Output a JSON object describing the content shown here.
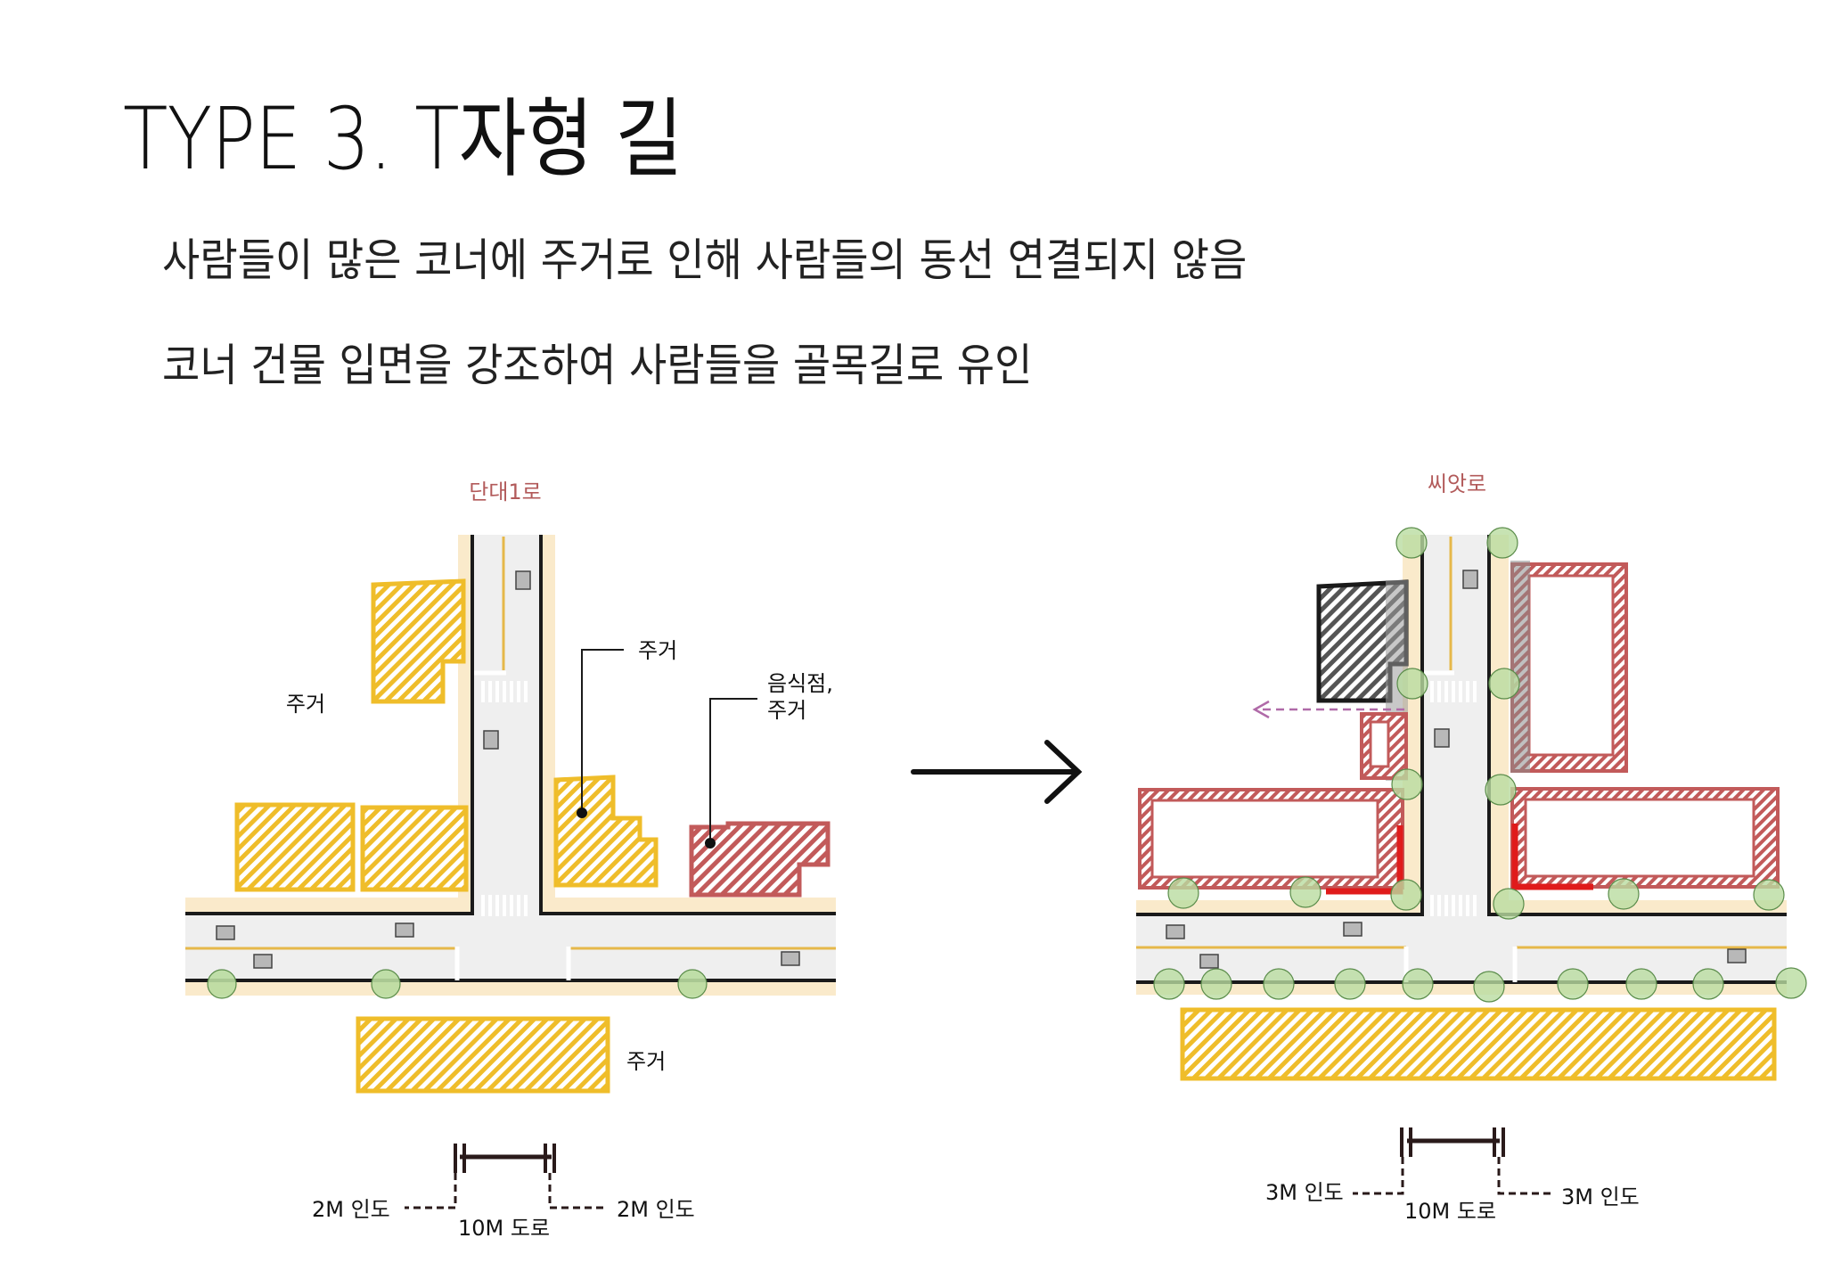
{
  "title": "TYPE 3. T자형 길",
  "lines": [
    "사람들이 많은 코너에 주거로 인해 사람들의 동선 연결되지 않음",
    "코너 건물 입면을 강조하여 사람들을 골목길로 유인"
  ],
  "left_plan": {
    "road_name": "단대1로",
    "labels": {
      "west": "주거",
      "center": "주거",
      "east": "음식점,\n주거",
      "south": "주거"
    },
    "section": {
      "left": "2M 인도",
      "road": "10M 도로",
      "right": "2M 인도"
    }
  },
  "right_plan": {
    "road_name": "씨앗로",
    "section": {
      "left": "3M 인도",
      "road": "10M 도로",
      "right": "3M 인도"
    }
  },
  "colors": {
    "residential": "#efbd2a",
    "food": "#c25a5a",
    "sidewalk": "#faeacb",
    "road": "#efefef",
    "curb_line": "#e6b84a",
    "tree": "#b9dca0",
    "highlight": "#e01b1b",
    "flow_arrow": "#b06aa8"
  }
}
